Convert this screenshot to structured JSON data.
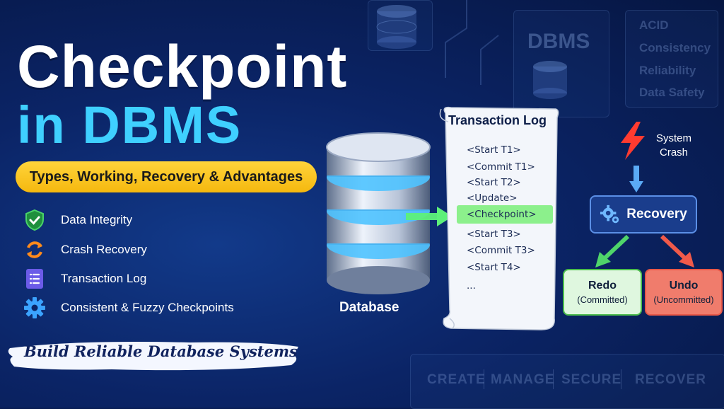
{
  "title": {
    "line1": "Checkpoint",
    "line2": "in DBMS"
  },
  "subtitle": "Types, Working, Recovery & Advantages",
  "features": [
    {
      "label": "Data Integrity",
      "icon": "shield-check-icon"
    },
    {
      "label": "Crash Recovery",
      "icon": "refresh-icon"
    },
    {
      "label": "Transaction Log",
      "icon": "document-list-icon"
    },
    {
      "label": "Consistent & Fuzzy Checkpoints",
      "icon": "gear-icon"
    }
  ],
  "tagline": "Build Reliable Database Systems",
  "database_label": "Database",
  "log": {
    "title": "Transaction Log",
    "entries": [
      "<Start T1>",
      "<Commit T1>",
      "<Start T2>",
      "<Update>",
      "<Checkpoint>",
      "<Start T3>",
      "<Commit T3>",
      "<Start T4>",
      "..."
    ]
  },
  "crash": {
    "line1": "System",
    "line2": "Crash"
  },
  "recovery_label": "Recovery",
  "redo": {
    "title": "Redo",
    "sub": "(Committed)"
  },
  "undo": {
    "title": "Undo",
    "sub": "(Uncommitted)"
  },
  "background": {
    "dbms": "DBMS",
    "props": [
      "ACID",
      "Consistency",
      "Reliability",
      "Data Safety"
    ],
    "bottom": [
      "CREATE",
      "MANAGE",
      "SECURE",
      "RECOVER"
    ]
  },
  "colors": {
    "accent_cyan": "#3fd0ff",
    "pill_yellow": "#ffd43b",
    "checkpoint_green": "#8cf08c",
    "undo_red": "#f07c6c"
  }
}
